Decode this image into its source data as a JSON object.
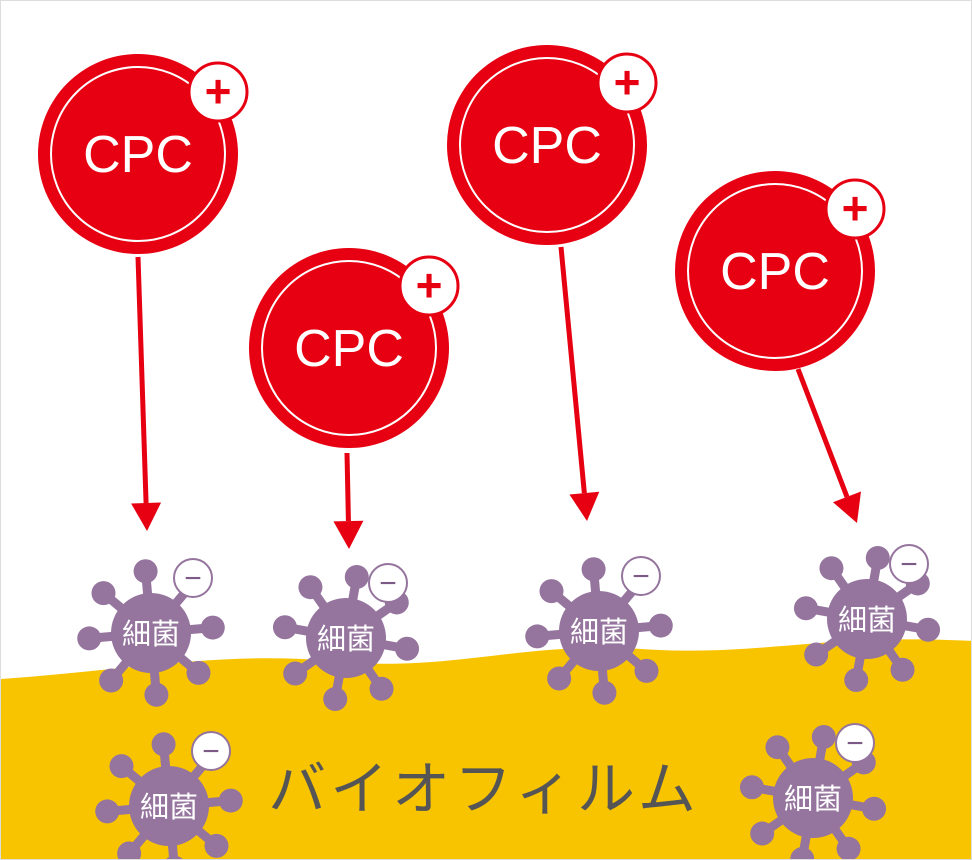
{
  "colors": {
    "cpc": "#e60012",
    "bacteria": "#95749e",
    "biofilm": "#f8c400",
    "biofilm_text": "#555555"
  },
  "biofilm_label": "バイオフィルム",
  "cpc_molecules": [
    {
      "label": "CPC",
      "charge": "+"
    },
    {
      "label": "CPC",
      "charge": "+"
    },
    {
      "label": "CPC",
      "charge": "+"
    },
    {
      "label": "CPC",
      "charge": "+"
    }
  ],
  "bacteria": [
    {
      "label": "細菌",
      "charge": "−"
    },
    {
      "label": "細菌",
      "charge": "−"
    },
    {
      "label": "細菌",
      "charge": "−"
    },
    {
      "label": "細菌",
      "charge": "−"
    },
    {
      "label": "細菌",
      "charge": "−"
    },
    {
      "label": "細菌",
      "charge": "−"
    }
  ]
}
